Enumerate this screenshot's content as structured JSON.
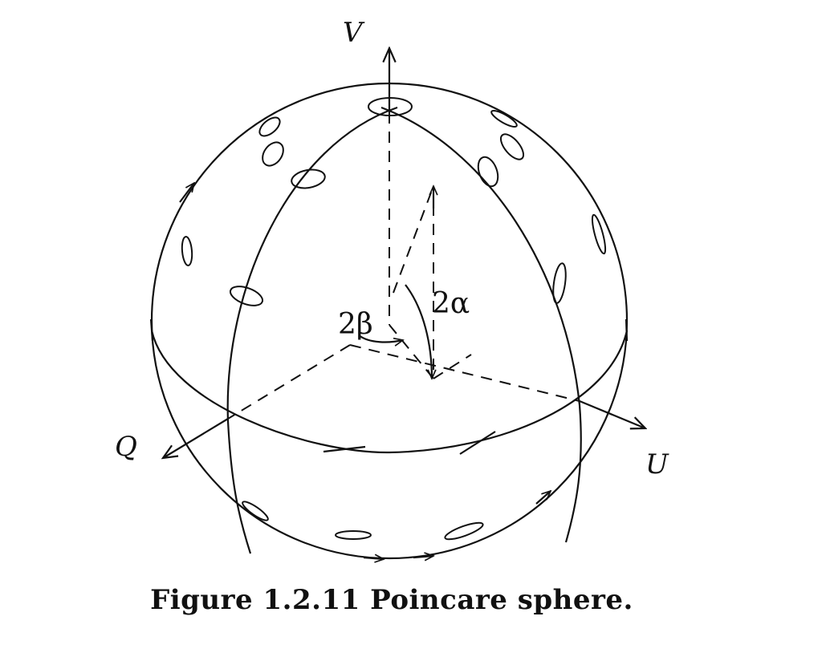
{
  "labels": {
    "v_axis": "V",
    "q_axis": "Q",
    "u_axis": "U",
    "angle_beta": "2β",
    "angle_alpha": "2α"
  },
  "caption": "Figure 1.2.11 Poincare sphere.",
  "colors": {
    "ink": "#111111",
    "background": "#ffffff"
  }
}
